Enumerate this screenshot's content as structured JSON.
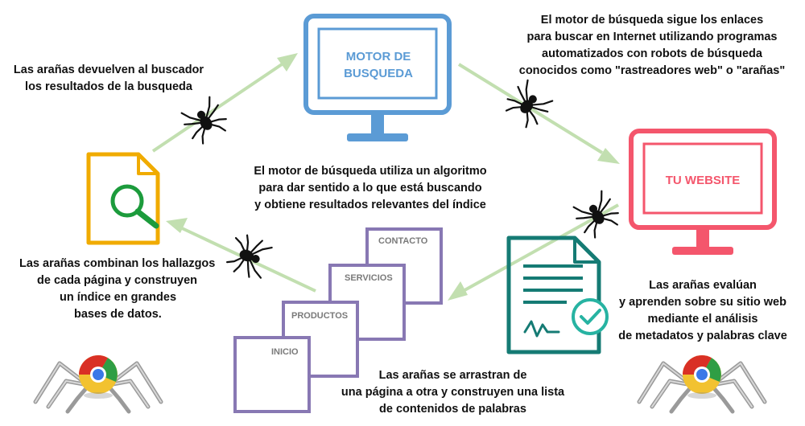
{
  "colors": {
    "blue": "#5b9bd5",
    "pink": "#f4566c",
    "orange": "#f0ab00",
    "green": "#1c9b3c",
    "teal": "#157b74",
    "check": "#27b3a2",
    "purple": "#8878b3",
    "arrow": "#c2dfb0"
  },
  "motor": {
    "line1": "MOTOR DE",
    "line2": "BUSQUEDA"
  },
  "website": {
    "label": "TU WEBSITE"
  },
  "pages": {
    "contacto": "CONTACTO",
    "servicios": "SERVICIOS",
    "productos": "PRODUCTOS",
    "inicio": "INICIO"
  },
  "captions": {
    "top_left": [
      "Las arañas devuelven al buscador",
      "los resultados de la busqueda"
    ],
    "top_right": [
      "El motor de búsqueda sigue los enlaces",
      "para buscar en Internet utilizando programas",
      "automatizados con robots de búsqueda",
      "conocidos como \"rastreadores web\" o \"arañas\""
    ],
    "center": [
      "El motor de búsqueda utiliza un algoritmo",
      "para dar sentido a lo que está buscando",
      "y obtiene resultados relevantes del índice"
    ],
    "left": [
      "Las arañas combinan los hallazgos",
      "de cada página  y construyen",
      "un índice en grandes",
      "bases de datos."
    ],
    "right": [
      "Las arañas evalúan",
      "y aprenden sobre su sitio web",
      "mediante el análisis",
      "de metadatos y palabras clave"
    ],
    "bottom": [
      "Las arañas se arrastran de",
      "una página a otra y construyen una lista",
      "de contenidos de palabras"
    ]
  },
  "icons": [
    "monitor-icon",
    "document-search-icon",
    "certificate-icon",
    "spider-icon",
    "robot-spider-icon"
  ]
}
